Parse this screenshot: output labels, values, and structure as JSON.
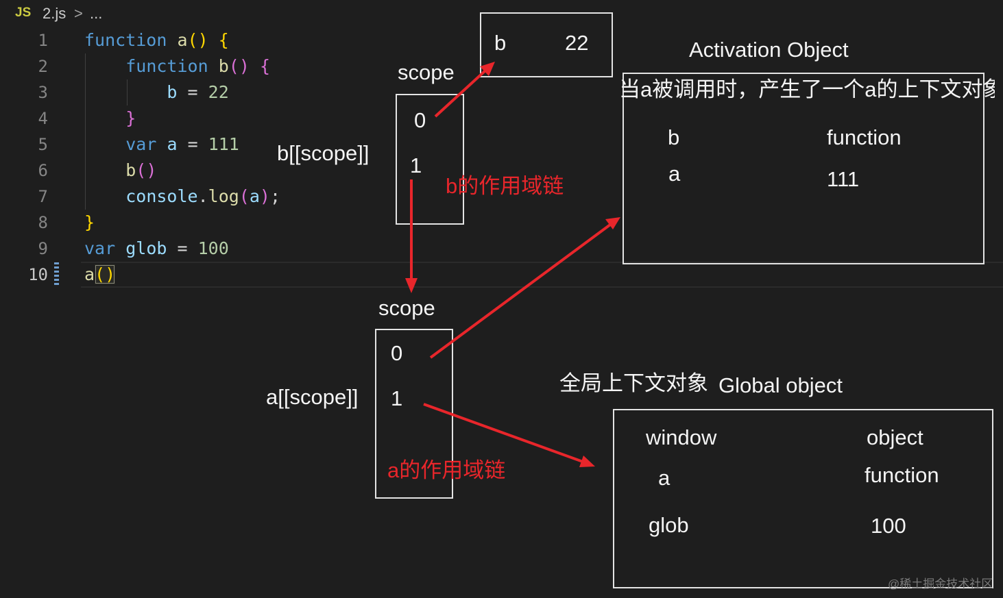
{
  "breadcrumb": {
    "file_icon": "JS",
    "file": "2.js",
    "separator": ">",
    "more": "..."
  },
  "editor": {
    "theme": {
      "plain": "#d4d4d4",
      "keyword": "#569cd6",
      "function": "#dcdcaa",
      "variable": "#9cdcfe",
      "number": "#b5cea8",
      "operator": "#d4d4d4",
      "bracket1": "#ffd700",
      "bracket2": "#da70d6"
    },
    "lines": [
      {
        "number": "1",
        "tokens": [
          {
            "text": "function",
            "type": "keyword"
          },
          {
            "text": " ",
            "type": "plain"
          },
          {
            "text": "a",
            "type": "function"
          },
          {
            "text": "()",
            "type": "bracket1"
          },
          {
            "text": " ",
            "type": "plain"
          },
          {
            "text": "{",
            "type": "bracket1"
          }
        ]
      },
      {
        "number": "2",
        "tokens": [
          {
            "text": "    ",
            "type": "plain"
          },
          {
            "text": "function",
            "type": "keyword"
          },
          {
            "text": " ",
            "type": "plain"
          },
          {
            "text": "b",
            "type": "function"
          },
          {
            "text": "()",
            "type": "bracket2"
          },
          {
            "text": " ",
            "type": "plain"
          },
          {
            "text": "{",
            "type": "bracket2"
          }
        ]
      },
      {
        "number": "3",
        "tokens": [
          {
            "text": "        ",
            "type": "plain"
          },
          {
            "text": "b",
            "type": "variable"
          },
          {
            "text": " ",
            "type": "plain"
          },
          {
            "text": "=",
            "type": "operator"
          },
          {
            "text": " ",
            "type": "plain"
          },
          {
            "text": "22",
            "type": "number"
          }
        ]
      },
      {
        "number": "4",
        "tokens": [
          {
            "text": "    ",
            "type": "plain"
          },
          {
            "text": "}",
            "type": "bracket2"
          }
        ]
      },
      {
        "number": "5",
        "tokens": [
          {
            "text": "    ",
            "type": "plain"
          },
          {
            "text": "var",
            "type": "keyword"
          },
          {
            "text": " ",
            "type": "plain"
          },
          {
            "text": "a",
            "type": "variable"
          },
          {
            "text": " ",
            "type": "plain"
          },
          {
            "text": "=",
            "type": "operator"
          },
          {
            "text": " ",
            "type": "plain"
          },
          {
            "text": "111",
            "type": "number"
          }
        ]
      },
      {
        "number": "6",
        "tokens": [
          {
            "text": "    ",
            "type": "plain"
          },
          {
            "text": "b",
            "type": "function"
          },
          {
            "text": "()",
            "type": "bracket2"
          }
        ]
      },
      {
        "number": "7",
        "tokens": [
          {
            "text": "    ",
            "type": "plain"
          },
          {
            "text": "console",
            "type": "variable"
          },
          {
            "text": ".",
            "type": "operator"
          },
          {
            "text": "log",
            "type": "function"
          },
          {
            "text": "(",
            "type": "bracket2"
          },
          {
            "text": "a",
            "type": "variable"
          },
          {
            "text": ")",
            "type": "bracket2"
          },
          {
            "text": ";",
            "type": "operator"
          }
        ]
      },
      {
        "number": "8",
        "tokens": [
          {
            "text": "}",
            "type": "bracket1"
          }
        ]
      },
      {
        "number": "9",
        "tokens": [
          {
            "text": "var",
            "type": "keyword"
          },
          {
            "text": " ",
            "type": "plain"
          },
          {
            "text": "glob",
            "type": "variable"
          },
          {
            "text": " ",
            "type": "plain"
          },
          {
            "text": "=",
            "type": "operator"
          },
          {
            "text": " ",
            "type": "plain"
          },
          {
            "text": "100",
            "type": "number"
          }
        ]
      },
      {
        "number": "10",
        "current": true,
        "tokens": [
          {
            "text": "a",
            "type": "function"
          },
          {
            "text": "()",
            "type": "bracket1",
            "matched": true
          }
        ]
      }
    ]
  },
  "diagram": {
    "arrow_color": "#e8262b",
    "b_value_box": {
      "name": "b",
      "value": "22"
    },
    "b_scope": {
      "label": "scope",
      "slots": [
        "0",
        "1"
      ],
      "owner_label": "b[[scope]]",
      "chain_label": "b的作用域链"
    },
    "a_scope": {
      "label": "scope",
      "slots": [
        "0",
        "1"
      ],
      "owner_label": "a[[scope]]",
      "chain_label": "a的作用域链"
    },
    "activation_object": {
      "title": "Activation Object",
      "caption": "当a被调用时，产生了一个a的上下文对象",
      "entries": [
        {
          "key": "b",
          "value": "function"
        },
        {
          "key": "a",
          "value": "111"
        }
      ]
    },
    "global_object": {
      "title_cn": "全局上下文对象",
      "title": "Global object",
      "entries": [
        {
          "key": "window",
          "value": "object"
        },
        {
          "key": "a",
          "value": "function"
        },
        {
          "key": "glob",
          "value": "100"
        }
      ]
    }
  },
  "watermark": "@稀土掘金技术社区"
}
